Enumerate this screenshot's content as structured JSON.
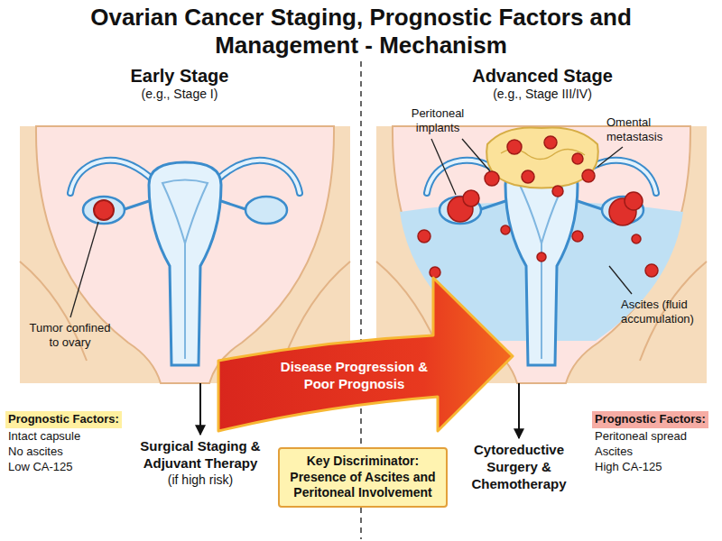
{
  "diagram": {
    "title": "Ovarian Cancer Staging, Prognostic Factors and Management - Mechanism",
    "nodes": [
      {
        "text": [
          "Early Stage",
          "(e.g., Stage I)"
        ]
      },
      {
        "text": [
          "Advanced Stage",
          "(e.g., Stage III/IV)"
        ]
      },
      {
        "text": [
          "Prognostic Factors:",
          "Intact capsule",
          "No ascites",
          "Low CA-125"
        ]
      },
      {
        "text": [
          "Surgical Staging & Adjuvant Therapy",
          "(if high risk)"
        ]
      },
      {
        "text": [
          "Disease Progression & Poor Prognosis"
        ]
      },
      {
        "text": [
          "Key Discriminator:",
          "Presence of Ascites and Peritoneal Involvement"
        ]
      },
      {
        "text": [
          "Cytoreductive Surgery & Chemotherapy"
        ]
      },
      {
        "text": [
          "Prognostic Factors:",
          "Peritoneal spread",
          "Ascites",
          "High CA-125"
        ]
      }
    ],
    "edges": [
      {
        "from": 0,
        "to": 3,
        "arrow": "to"
      },
      {
        "from": 1,
        "to": 6,
        "arrow": "to"
      }
    ],
    "labels": [
      "Tumor confined to ovary",
      "Peritoneal implants",
      "Omental metastasis",
      "Ascites (fluid accumulation)"
    ]
  }
}
